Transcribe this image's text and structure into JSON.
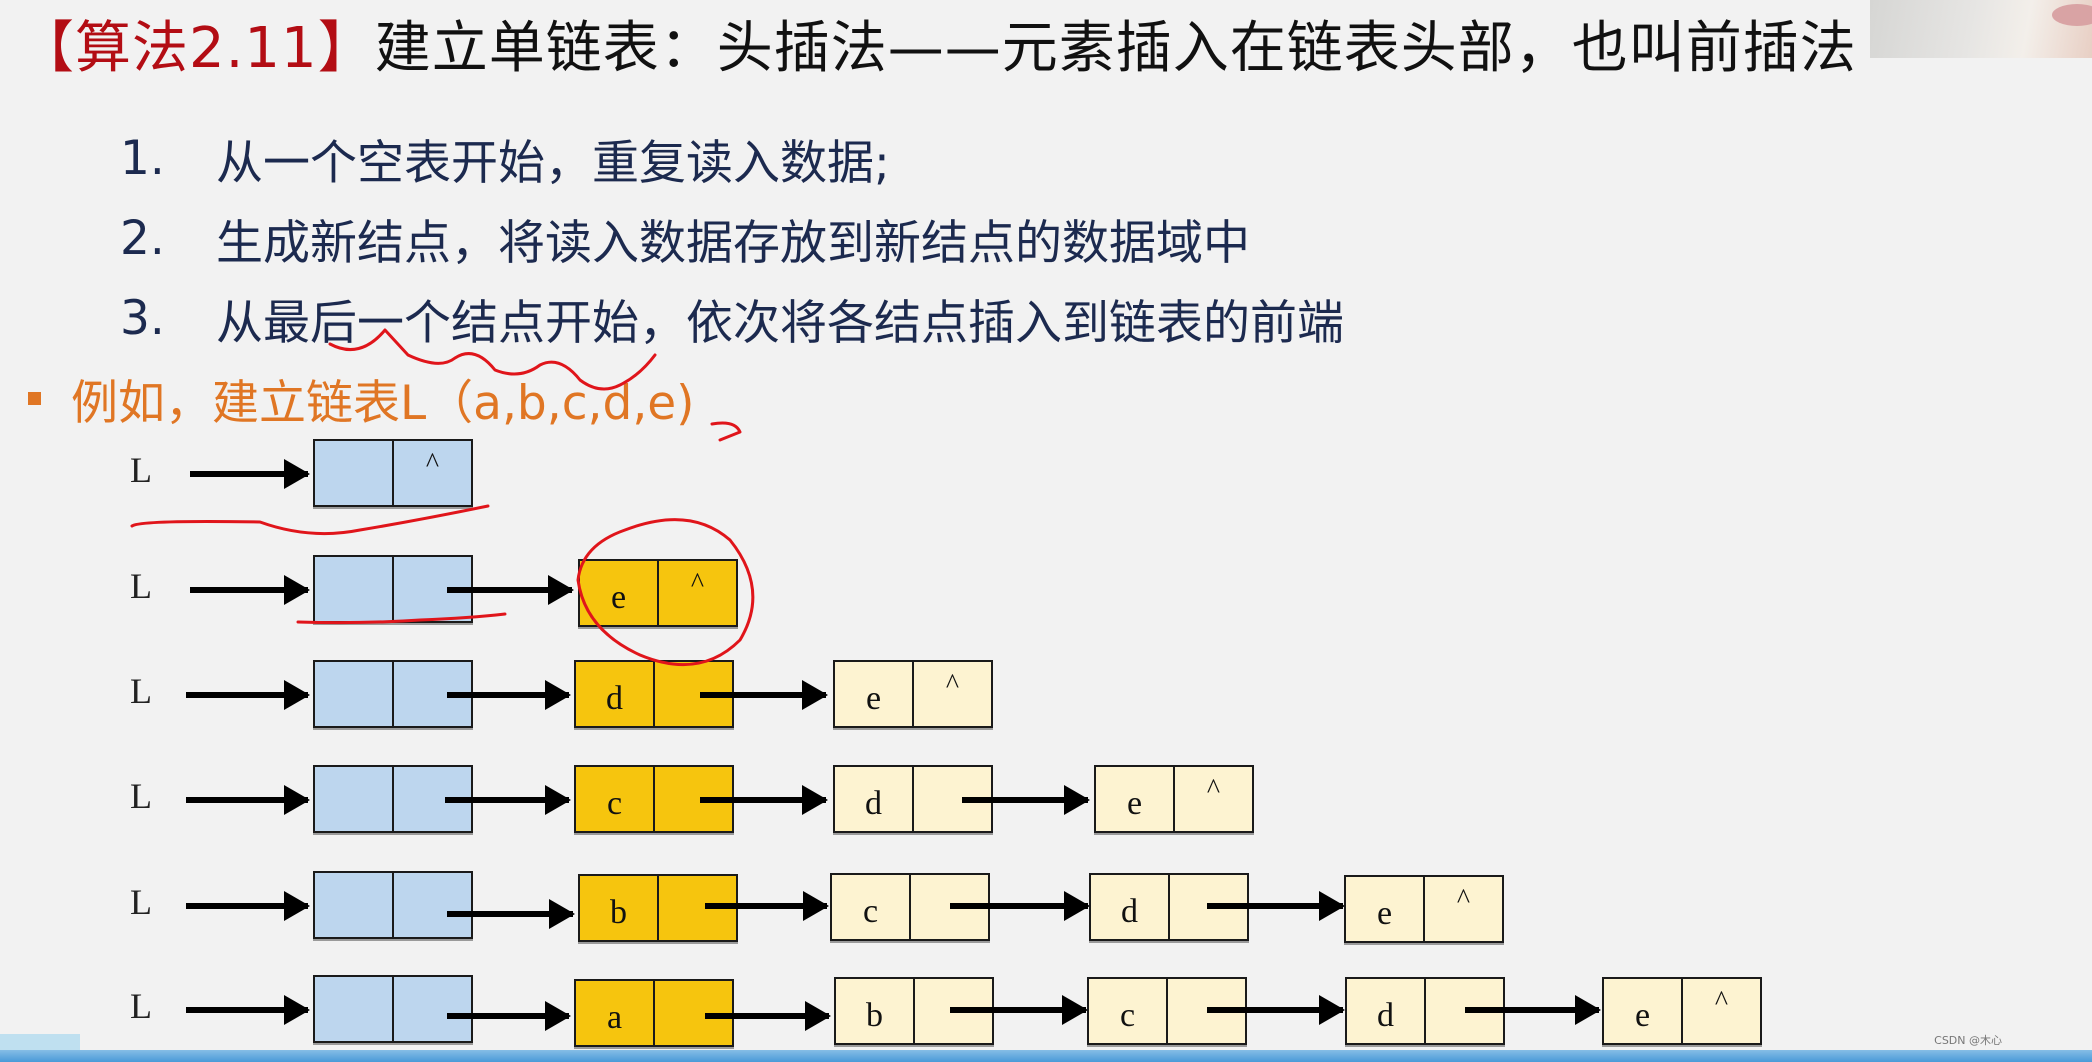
{
  "slide": {
    "title_tag": "【算法2.11】",
    "title_text": "建立单链表：头插法——元素插入在链表头部，也叫前插法",
    "steps": [
      {
        "num": "1.",
        "text": "从一个空表开始，重复读入数据;"
      },
      {
        "num": "2.",
        "text": "生成新结点，将读入数据存放到新结点的数据域中"
      },
      {
        "num": "3.",
        "text": "从最后一个结点开始，依次将各结点插入到链表的前端"
      }
    ],
    "example": "例如，建立链表L（a,b,c,d,e)"
  },
  "diagram": {
    "list_label": "L",
    "null_symbol": "^",
    "colors": {
      "head": "#bdd6ee",
      "new_node": "#f6c50e",
      "old_node": "#fdf3d1",
      "annotation": "#e0151b"
    },
    "rows": [
      {
        "label": "L",
        "nodes": []
      },
      {
        "label": "L",
        "nodes": [
          "e"
        ]
      },
      {
        "label": "L",
        "nodes": [
          "d",
          "e"
        ]
      },
      {
        "label": "L",
        "nodes": [
          "c",
          "d",
          "e"
        ]
      },
      {
        "label": "L",
        "nodes": [
          "b",
          "c",
          "d",
          "e"
        ]
      },
      {
        "label": "L",
        "nodes": [
          "a",
          "b",
          "c",
          "d",
          "e"
        ]
      }
    ]
  },
  "overlay": {
    "watermark": "CSDN @木心"
  }
}
